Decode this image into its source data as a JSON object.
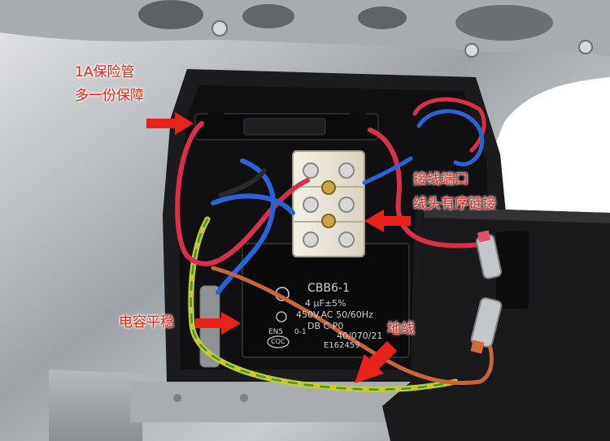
{
  "annotations": {
    "fuse_line1": "1A保险管",
    "fuse_line2": "多一份保障",
    "terminal_line1": "接线端口",
    "terminal_line2": "线头有序链接",
    "capacitor": "电容平稳",
    "ground": "地线"
  },
  "capacitor_label": {
    "model": "CBB6-1",
    "capacitance": "4 μF±5%",
    "voltage": "450V.AC 50/60Hz",
    "codes": "DB   C   P0",
    "standard_left": "EN5",
    "standard_right": "0-1",
    "class": "40/070/21",
    "cert_id": "E162459",
    "cert_mark": "CQC"
  },
  "colors": {
    "annotation": "#e8231b",
    "wire_red": "#d8304a",
    "wire_blue": "#2a63d8",
    "wire_brown": "#c8663a",
    "wire_ground": "#c8c832"
  }
}
